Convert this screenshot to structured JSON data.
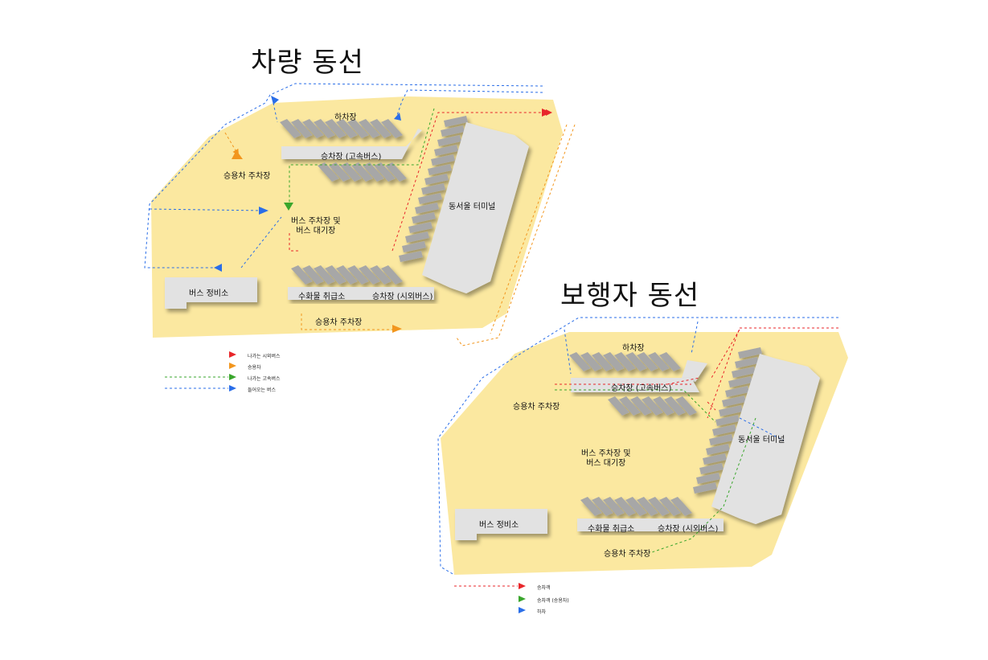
{
  "diagrams": [
    {
      "title": "차량 동선",
      "labels": {
        "drop_off": "하차장",
        "boarding_express": "승차장 (고속버스)",
        "car_parking_left": "승용차 주차장",
        "bus_parking": "버스 주차장 및\n버스 대기장",
        "terminal": "동서울 터미널",
        "maintenance": "버스 정비소",
        "cargo": "수화물 취급소",
        "boarding_intercity": "승차장 (시외버스)",
        "car_parking_bottom": "승용차 주차장"
      },
      "legend": [
        {
          "label": "나가는 시외버스",
          "color": "#e8262a"
        },
        {
          "label": "승용차",
          "color": "#f2961e"
        },
        {
          "label": "나가는 고속버스",
          "color": "#3aa62c"
        },
        {
          "label": "들어오는 버스",
          "color": "#2a6ee8"
        }
      ]
    },
    {
      "title": "보행자 동선",
      "labels": {
        "drop_off": "하차장",
        "boarding_express": "승차장 (고속버스)",
        "car_parking_left": "승용차 주차장",
        "bus_parking": "버스 주차장 및\n버스 대기장",
        "terminal": "동서울 터미널",
        "maintenance": "버스 정비소",
        "cargo": "수화물 취급소",
        "boarding_intercity": "승차장 (시외버스)",
        "car_parking_bottom": "승용차 주차장"
      },
      "legend": [
        {
          "label": "승차객",
          "color": "#e8262a"
        },
        {
          "label": "승차객 (승용차)",
          "color": "#3aa62c"
        },
        {
          "label": "하차",
          "color": "#2a6ee8"
        }
      ]
    }
  ],
  "colors": {
    "site": "#fbe8a0",
    "building": "#e2e2e2",
    "bus": "#a7a7a7"
  }
}
